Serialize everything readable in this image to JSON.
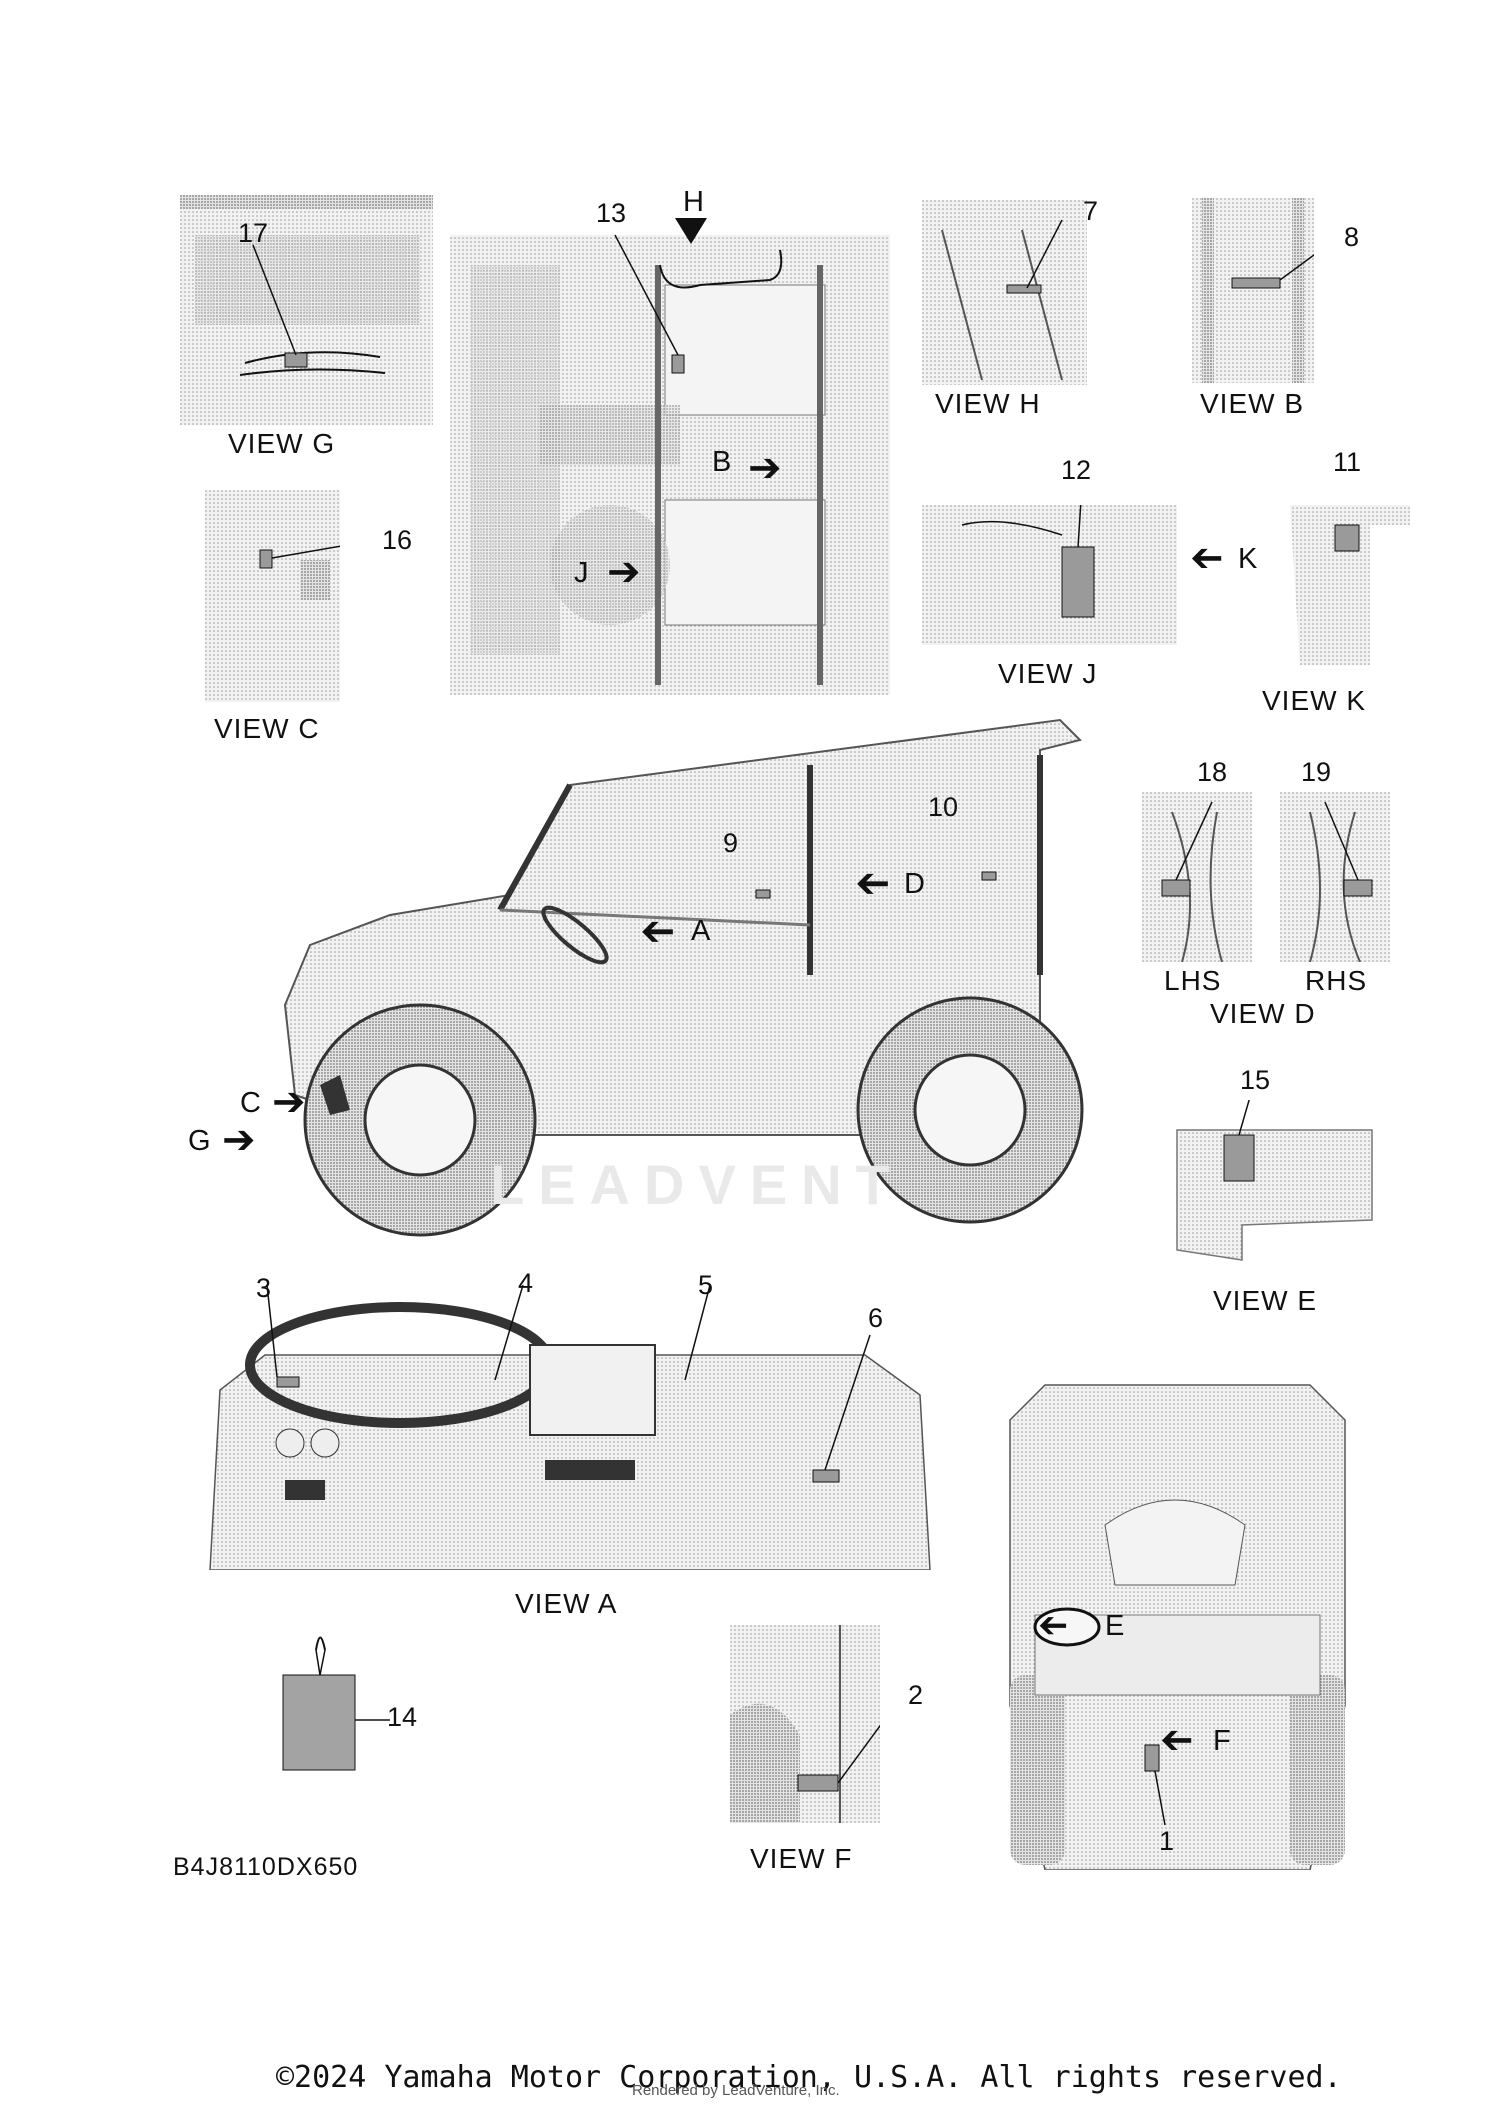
{
  "views": {
    "g": "VIEW G",
    "h": "VIEW H",
    "b": "VIEW B",
    "c": "VIEW C",
    "j": "VIEW J",
    "k": "VIEW K",
    "d": "VIEW D",
    "e": "VIEW E",
    "a": "VIEW A",
    "f": "VIEW F",
    "lhs": "LHS",
    "rhs": "RHS"
  },
  "callouts": {
    "n1": "1",
    "n2": "2",
    "n3": "3",
    "n4": "4",
    "n5": "5",
    "n6": "6",
    "n7": "7",
    "n8": "8",
    "n9": "9",
    "n10": "10",
    "n11": "11",
    "n12": "12",
    "n13": "13",
    "n14": "14",
    "n15": "15",
    "n16": "16",
    "n17": "17",
    "n18": "18",
    "n19": "19"
  },
  "arrows": {
    "a": "A",
    "b": "B",
    "c": "C",
    "d": "D",
    "e": "E",
    "f": "F",
    "g": "G",
    "h": "H",
    "j": "J",
    "k": "K"
  },
  "diagram_code": "B4J8110DX650",
  "watermark": "LEADVENT",
  "footer": {
    "copyright": "©2024 Yamaha Motor Corporation, U.S.A. All rights reserved.",
    "rendered": "Rendered by LeadVenture, Inc."
  },
  "colors": {
    "ink": "#111111",
    "shade": "#d6d6d6",
    "label_fill": "#9a9a9a"
  }
}
